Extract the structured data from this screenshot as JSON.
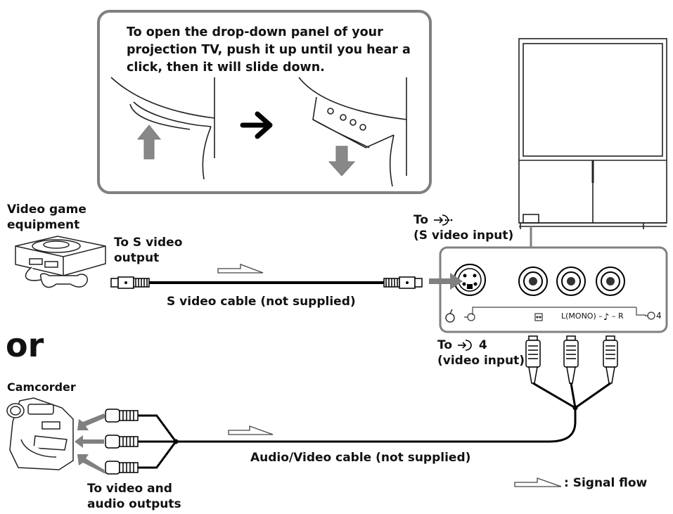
{
  "callout": {
    "text": "To open the drop-down panel of your projection TV, push it up until you hear a click, then it will slide down."
  },
  "labels": {
    "video_game_line1": "Video game",
    "video_game_line2": "equipment",
    "to_s_video_output_line1": "To S video",
    "to_s_video_output_line2": "output",
    "s_video_cable": "S video cable (not supplied)",
    "to_s_video_input_line1": "To",
    "to_s_video_input_line2": "(S video input)",
    "or": "or",
    "to_video_input_line1": "To",
    "to_video_input_num": "4",
    "to_video_input_line2": "(video input)",
    "camcorder": "Camcorder",
    "av_cable": "Audio/Video cable (not supplied)",
    "to_video_audio_outputs_line1": "To video and",
    "to_video_audio_outputs_line2": "audio outputs",
    "signal_flow": ": Signal flow"
  },
  "panel": {
    "mono_label": "L(MONO) –",
    "r_label": "– R",
    "input_num": "4"
  },
  "icons": [
    "arrow-right-icon",
    "push-up-arrow-icon",
    "slide-down-arrow-icon",
    "s-video-input-icon",
    "video-input-icon",
    "signal-flow-arrow-icon",
    "headphone-icon",
    "music-note-icon"
  ]
}
